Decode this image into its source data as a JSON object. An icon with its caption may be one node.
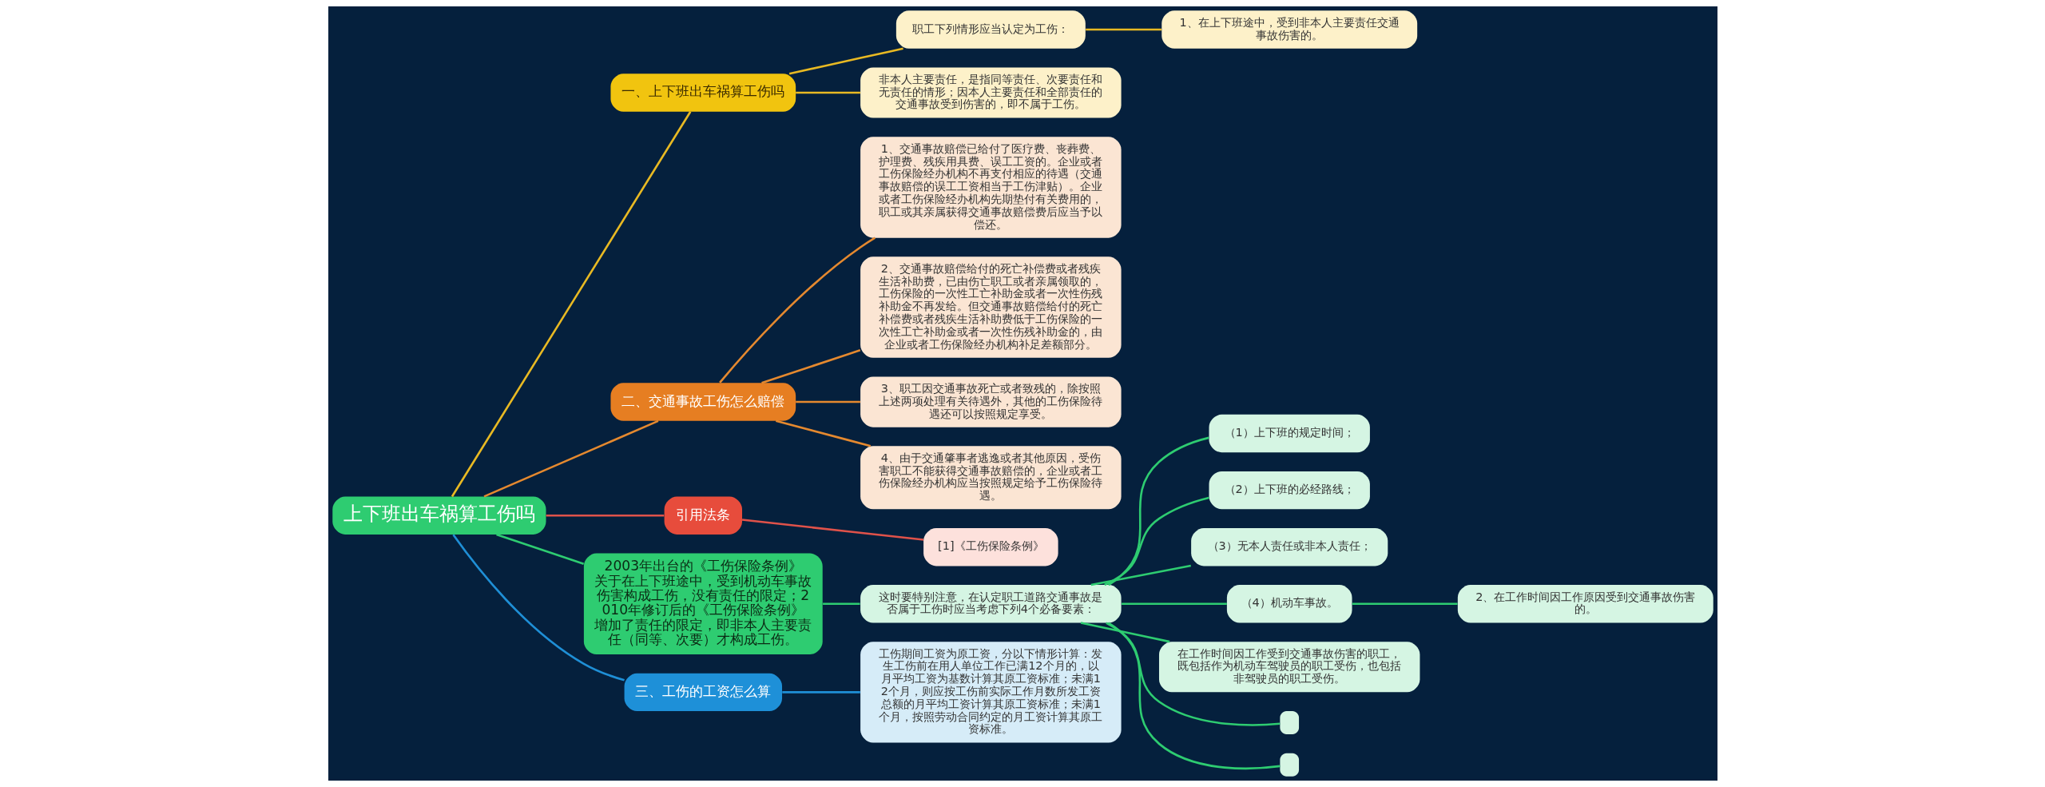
{
  "diagram": {
    "nodes": [
      {
        "text": [
          "上下班出车祸算工伤吗"
        ]
      },
      {
        "text": [
          "一、上下班出车祸算工伤吗"
        ]
      },
      {
        "text": [
          "职工下列情形应当认定为工伤："
        ]
      },
      {
        "text": [
          "1、在上下班途中，受到非本人主要责任交通事故伤害的。"
        ]
      },
      {
        "text": [
          "非本人主要责任，是指同等责任、次要责任和无责任的情形；因本人主要责任和全部责任的交通事故受到伤害的，即不属于工伤。"
        ]
      },
      {
        "text": [
          "二、交通事故工伤怎么赔偿"
        ]
      },
      {
        "text": [
          "1、交通事故赔偿已给付了医疗费、丧葬费、护理费、残疾用具费、误工工资的。企业或者工伤保险经办机构不再支付相应的待遇（交通事故赔偿的误工工资相当于工伤津贴）。企业或者工伤保险经办机构先期垫付有关费用的，职工或其亲属获得交通事故赔偿费后应当予以偿还。"
        ]
      },
      {
        "text": [
          "2、交通事故赔偿给付的死亡补偿费或者残疾生活补助费，已由伤亡职工或者亲属领取的，工伤保险的一次性工亡补助金或者一次性伤残补助金不再发给。但交通事故赔偿给付的死亡补偿费或者残疾生活补助费低于工伤保险的一次性工亡补助金或者一次性伤残补助金的，由企业或者工伤保险经办机构补足差额部分。"
        ]
      },
      {
        "text": [
          "3、职工因交通事故死亡或者致残的，除按照上述两项处理有关待遇外，其他的工伤保险待遇还可以按照规定享受。"
        ]
      },
      {
        "text": [
          "4、由于交通肇事者逃逸或者其他原因，受伤害职工不能获得交通事故赔偿的，企业或者工伤保险经办机构应当按照规定给予工伤保险待遇。"
        ]
      },
      {
        "text": [
          "引用法条"
        ]
      },
      {
        "text": [
          "[1]《工伤保险条例》"
        ]
      },
      {
        "text": [
          "2003年出台的《工伤保险条例》关于在上下班途中，受到机动车事故伤害构成工伤，没有责任的限定；2010年修订后的《工伤保险条例》增加了责任的限定，即非本人主要责任（同等、次要）才构成工伤。"
        ]
      },
      {
        "text": [
          "这时要特别注意，在认定职工道路交通事故是否属于工伤时应当考虑下列4个必备要素："
        ]
      },
      {
        "text": [
          "（1）上下班的规定时间；"
        ]
      },
      {
        "text": [
          "（2）上下班的必经路线；"
        ]
      },
      {
        "text": [
          "（3）无本人责任或非本人责任；"
        ]
      },
      {
        "text": [
          "（4）机动车事故。"
        ]
      },
      {
        "text": [
          "2、在工作时间因工作原因受到交通事故伤害的。"
        ]
      },
      {
        "text": [
          "在工作时间因工作受到交通事故伤害的职工，既包括作为机动车驾驶员的职工受伤，也包括非驾驶员的职工受伤。"
        ]
      },
      {
        "text": [],
        "shape": "box"
      },
      {
        "text": [],
        "shape": "box"
      },
      {
        "text": [
          "三、工伤的工资怎么算"
        ]
      },
      {
        "text": [
          "工伤期间工资为原工资，分以下情形计算：发生工伤前在用人单位工作已满12个月的，以月平均工资为基数计算其原工资标准；未满12个月，则应按工伤前实际工作月数所发工资总额的月平均工资计算其原工资标准；未满1个月，按照劳动合同约定的月工资计算其原工资标准。"
        ]
      }
    ],
    "edges": [
      {
        "from": 0,
        "to": 1,
        "arrow": "none",
        "color": "#e8b923"
      },
      {
        "from": 1,
        "to": 2,
        "arrow": "none",
        "color": "#e8b923"
      },
      {
        "from": 2,
        "to": 3,
        "arrow": "none",
        "color": "#e8b923"
      },
      {
        "from": 1,
        "to": 4,
        "arrow": "none",
        "color": "#e8b923"
      },
      {
        "from": 0,
        "to": 5,
        "arrow": "none",
        "color": "#e5892f"
      },
      {
        "from": 5,
        "to": 6,
        "arrow": "none",
        "color": "#e5892f"
      },
      {
        "from": 5,
        "to": 7,
        "arrow": "none",
        "color": "#e5892f"
      },
      {
        "from": 5,
        "to": 8,
        "arrow": "none",
        "color": "#e5892f"
      },
      {
        "from": 5,
        "to": 9,
        "arrow": "none",
        "color": "#e5892f"
      },
      {
        "from": 0,
        "to": 10,
        "arrow": "none",
        "color": "#e0524a"
      },
      {
        "from": 10,
        "to": 11,
        "arrow": "none",
        "color": "#e0524a"
      },
      {
        "from": 0,
        "to": 12,
        "arrow": "none"
      },
      {
        "from": 12,
        "to": 13,
        "arrow": "none"
      },
      {
        "from": 13,
        "to": 14,
        "arrow": "none"
      },
      {
        "from": 13,
        "to": 15,
        "arrow": "none"
      },
      {
        "from": 13,
        "to": 16,
        "arrow": "none"
      },
      {
        "from": 13,
        "to": 17,
        "arrow": "none"
      },
      {
        "from": 17,
        "to": 18,
        "arrow": "none"
      },
      {
        "from": 13,
        "to": 19,
        "arrow": "none"
      },
      {
        "from": 13,
        "to": 20,
        "arrow": "none"
      },
      {
        "from": 13,
        "to": 21,
        "arrow": "none"
      },
      {
        "from": 0,
        "to": 22,
        "arrow": "none",
        "color": "#1f8fd6"
      },
      {
        "from": 22,
        "to": 23,
        "arrow": "none",
        "color": "#1f8fd6"
      }
    ]
  }
}
